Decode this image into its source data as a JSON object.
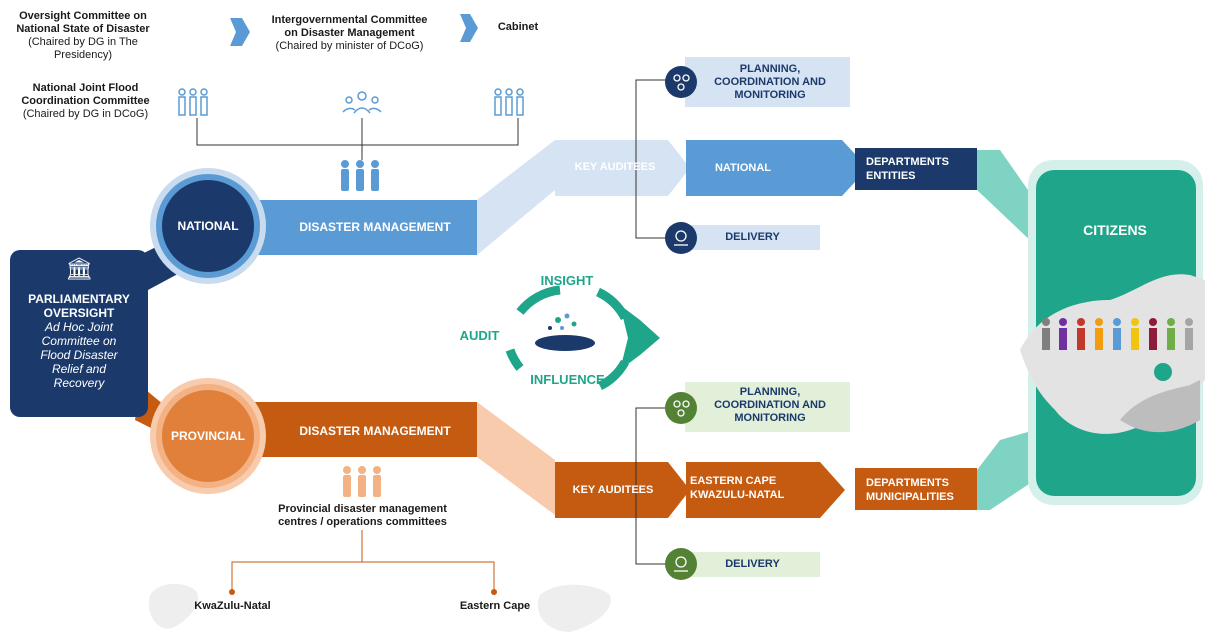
{
  "header": {
    "oversight": {
      "line1": "Oversight Committee on",
      "line2": "National State of Disaster",
      "sub1": "(Chaired by DG in The",
      "sub2": "Presidency)"
    },
    "intergov": {
      "line1": "Intergovernmental Committee",
      "line2": "on Disaster Management",
      "sub1": "(Chaired by minister of DCoG)"
    },
    "cabinet": "Cabinet",
    "njfcc": {
      "line1": "National Joint Flood",
      "line2": "Coordination Committee",
      "sub1": "(Chaired by DG in DCoG)"
    }
  },
  "parliament": {
    "title1": "PARLIAMENTARY",
    "title2": "OVERSIGHT",
    "sub": [
      "Ad Hoc Joint",
      "Committee on",
      "Flood Disaster",
      "Relief and",
      "Recovery"
    ]
  },
  "national": {
    "circle": "NATIONAL",
    "band": "DISASTER MANAGEMENT",
    "key_auditees": "KEY AUDITEES",
    "arrow": "NATIONAL",
    "planning": [
      "PLANNING,",
      "COORDINATION AND",
      "MONITORING"
    ],
    "delivery": "DELIVERY",
    "departments": [
      "DEPARTMENTS",
      "ENTITIES"
    ]
  },
  "provincial": {
    "circle": "PROVINCIAL",
    "band": "DISASTER MANAGEMENT",
    "key_auditees": "KEY AUDITEES",
    "arrow": [
      "EASTERN CAPE",
      "KWAZULU-NATAL"
    ],
    "planning": [
      "PLANNING,",
      "COORDINATION AND",
      "MONITORING"
    ],
    "delivery": "DELIVERY",
    "departments": [
      "DEPARTMENTS",
      "MUNICIPALITIES"
    ],
    "centres": [
      "Provincial disaster management",
      "centres / operations committees"
    ],
    "kzn": "KwaZulu-Natal",
    "ec": "Eastern Cape"
  },
  "cycle": {
    "insight": "INSIGHT",
    "audit": "AUDIT",
    "influence": "INFLUENCE"
  },
  "citizens": "CITIZENS",
  "colors": {
    "navy": "#1b3a6b",
    "blue": "#5b9bd5",
    "light_blue": "#c9dbef",
    "orange": "#c55a11",
    "light_orange": "#f4b183",
    "green": "#1fa58a",
    "light_green": "#e2efd9",
    "teal": "#7fd3c3"
  },
  "icons": [
    "bank-icon",
    "people-group-icon",
    "network-icon",
    "hand-gear-icon"
  ]
}
